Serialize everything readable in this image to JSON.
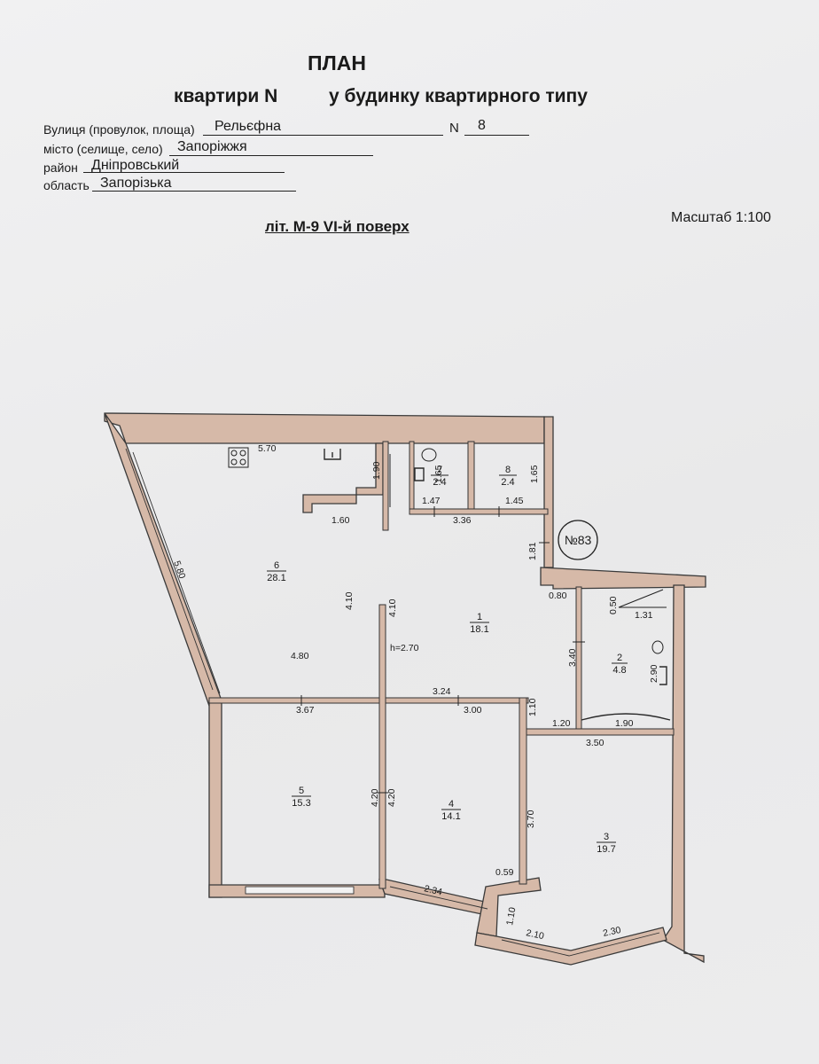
{
  "header": {
    "title": "ПЛАН",
    "subtitle_left": "квартири  N",
    "subtitle_right": "у будинку квартирного типу"
  },
  "address": {
    "street_label": "Вулиця (провулок, площа)",
    "street_value": "Рельєфна",
    "number_label": "N",
    "number_value": "8",
    "city_label": "місто (селище, село)",
    "city_value": "Запоріжжя",
    "district_label": "район",
    "district_value": "Дніпровський",
    "region_label": "область",
    "region_value": "Запорізька"
  },
  "plan": {
    "level_label": "літ. М-9 VI-й поверх",
    "scale": "Масштаб 1:100",
    "apartment_badge": "№83",
    "ceiling_height": "h=2.70",
    "rooms": [
      {
        "number": "1",
        "area": "18.1"
      },
      {
        "number": "2",
        "area": "4.8"
      },
      {
        "number": "3",
        "area": "19.7"
      },
      {
        "number": "4",
        "area": "14.1"
      },
      {
        "number": "5",
        "area": "15.3"
      },
      {
        "number": "6",
        "area": "28.1"
      },
      {
        "number": "7",
        "area": "2.4"
      },
      {
        "number": "8",
        "area": "2.4"
      }
    ],
    "dimensions": [
      "5.70",
      "1.90",
      "1.65",
      "1.65",
      "1.47",
      "3.36",
      "1.45",
      "1.60",
      "1.81",
      "5.80",
      "4.10",
      "4.10",
      "4.80",
      "0.80",
      "0.50",
      "1.31",
      "3.40",
      "2.90",
      "3.24",
      "3.67",
      "3.00",
      "1.10",
      "1.20",
      "1.90",
      "3.50",
      "4.20",
      "4.20",
      "3.70",
      "0.59",
      "2.34",
      "1.10",
      "2.10",
      "2.30"
    ]
  },
  "colors": {
    "wall_fill": "#d6b9a8",
    "paper": "#ededee",
    "ink": "#1a1a1a"
  }
}
